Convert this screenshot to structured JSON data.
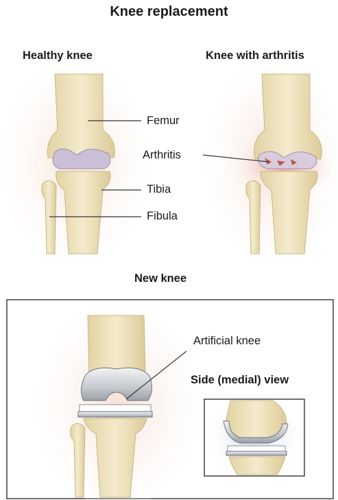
{
  "title": "Knee replacement",
  "panels": {
    "healthy": {
      "heading": "Healthy knee"
    },
    "arthritic": {
      "heading": "Knee with arthritis"
    },
    "new": {
      "heading": "New knee"
    }
  },
  "labels": {
    "femur": "Femur",
    "arthritis": "Arthritis",
    "tibia": "Tibia",
    "fibula": "Fibula",
    "artificial_knee": "Artificial knee",
    "side_view": "Side (medial) view"
  },
  "colors": {
    "bone": "#efe3bd",
    "bone_shadow": "#d6c595",
    "skin": "#f7e7db",
    "cartilage": "#c9bfd6",
    "inflammation": "#e7a59a",
    "metal": "#cfd2d6",
    "leader_line": "#333333",
    "frame": "#222222"
  }
}
